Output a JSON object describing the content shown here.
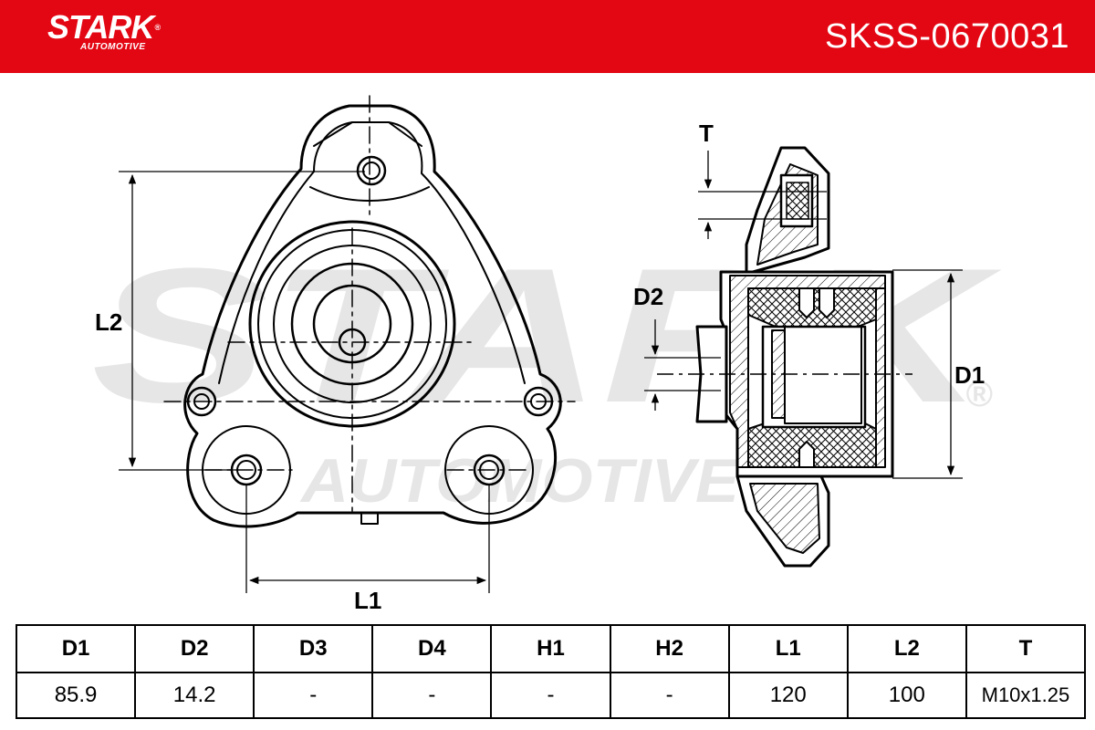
{
  "brand": {
    "name": "STARK",
    "registered": "®",
    "subtitle": "AUTOMOTIVE"
  },
  "part_number": "SKSS-0670031",
  "watermark": {
    "main": "STARK",
    "sub": "AUTOMOTIVE",
    "registered": "®"
  },
  "colors": {
    "brand_red": "#e30613",
    "line": "#000000",
    "watermark": "#e6e6e6"
  },
  "dimension_labels": {
    "l2": "L2",
    "l1": "L1",
    "t": "T",
    "d2": "D2",
    "d1": "D1"
  },
  "spec_table": {
    "headers": [
      "D1",
      "D2",
      "D3",
      "D4",
      "H1",
      "H2",
      "L1",
      "L2",
      "T"
    ],
    "values": [
      "85.9",
      "14.2",
      "-",
      "-",
      "-",
      "-",
      "120",
      "100",
      "M10x1.25"
    ]
  }
}
